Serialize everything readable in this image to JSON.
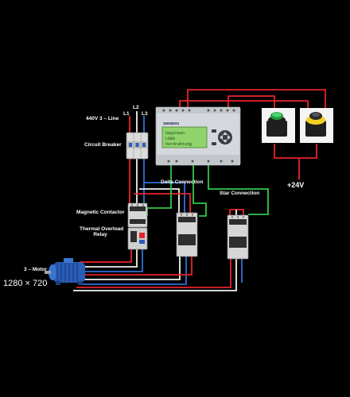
{
  "labels": {
    "supply": "440V 3 – Line",
    "l1": "L1",
    "l2": "L2",
    "l3": "L3",
    "breaker": "Circuit Breaker",
    "delta": "Delta Connection",
    "star": "Star Connection",
    "contactor": "Magnetic Contactor",
    "overload_line1": "Thermal Overload",
    "overload_line2": "Relay",
    "motor": "3 – Motor",
    "resolution": "1280 × 720",
    "voltage": "+24V"
  },
  "plc": {
    "brand": "SIEMENS",
    "screen_lines": [
      "Seginsen",
      "LOGO",
      "Verdrahtung"
    ]
  },
  "colors": {
    "background": "#000000",
    "phase_red": "#e8232a",
    "phase_white": "#f2f2f2",
    "phase_blue": "#2f6fd8",
    "control_green": "#32c84a",
    "lcd_green": "#8fd46b",
    "green_button": "#1f9a3c",
    "yellow_button": "#f2d21c",
    "motor_blue": "#2a5db8"
  },
  "icons": [
    "circuit-breaker-icon",
    "contactor-icon",
    "overload-relay-icon",
    "plc-icon",
    "push-button-icon",
    "motor-icon"
  ]
}
